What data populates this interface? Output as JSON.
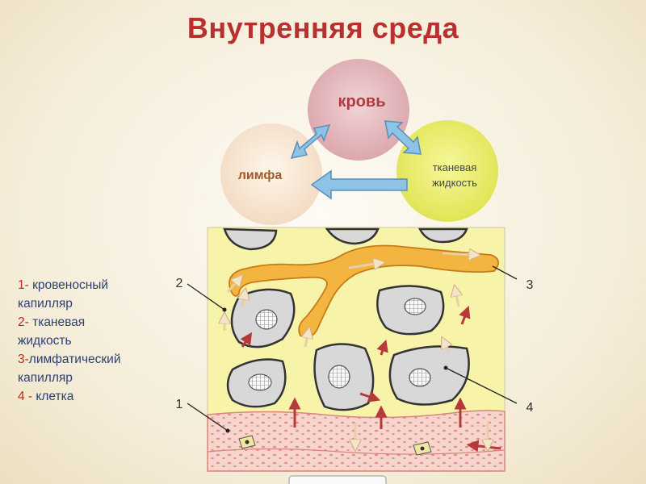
{
  "title": "Внутренняя среда",
  "circles": {
    "blood": {
      "label": "кровь",
      "color": "#e4b7bc"
    },
    "lymph": {
      "label": "лимфа",
      "color": "#f6e3cf"
    },
    "tissue": {
      "label_line1": "тканевая",
      "label_line2": "жидкость",
      "color": "#ebf07a"
    }
  },
  "legend": [
    {
      "num": "1",
      "sep": "- ",
      "text_line1": "кровеносный",
      "text_line2": "капилляр"
    },
    {
      "num": "2",
      "sep": "- ",
      "text_line1": "тканевая",
      "text_line2": "жидкость"
    },
    {
      "num": "3",
      "sep": "-",
      "text_line1": "лимфатический",
      "text_line2": "капилляр"
    },
    {
      "num": "4",
      "sep": " - ",
      "text_line1": "клетка",
      "text_line2": ""
    }
  ],
  "callouts": [
    "1",
    "2",
    "3",
    "4"
  ],
  "colors": {
    "title": "#b8312f",
    "legend_text": "#2b3f73",
    "legend_num": "#c0281d",
    "arrow": "#8cc3e6"
  }
}
